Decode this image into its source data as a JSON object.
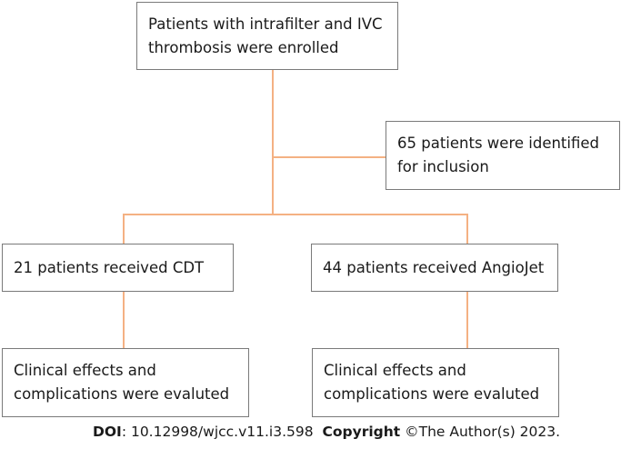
{
  "boxes": {
    "enrolled": "Patients with intrafilter and IVC\nthrombosis were enrolled",
    "identified": "65 patients were identified\nfor inclusion",
    "cdt": "21 patients received CDT",
    "angiojet": "44 patients received AngioJet",
    "outcome_left": "Clinical effects and\ncomplications were evaluted",
    "outcome_right": "Clinical effects and\ncomplications were evaluted"
  },
  "colors": {
    "connector": "#f4b183",
    "border": "#7a7a7a"
  },
  "footer": {
    "doi_label": "DOI",
    "doi_value": ": 10.12998/wjcc.v11.i3.598",
    "copyright_label": "Copyright",
    "copyright_value": " ©The Author(s) 2023."
  }
}
